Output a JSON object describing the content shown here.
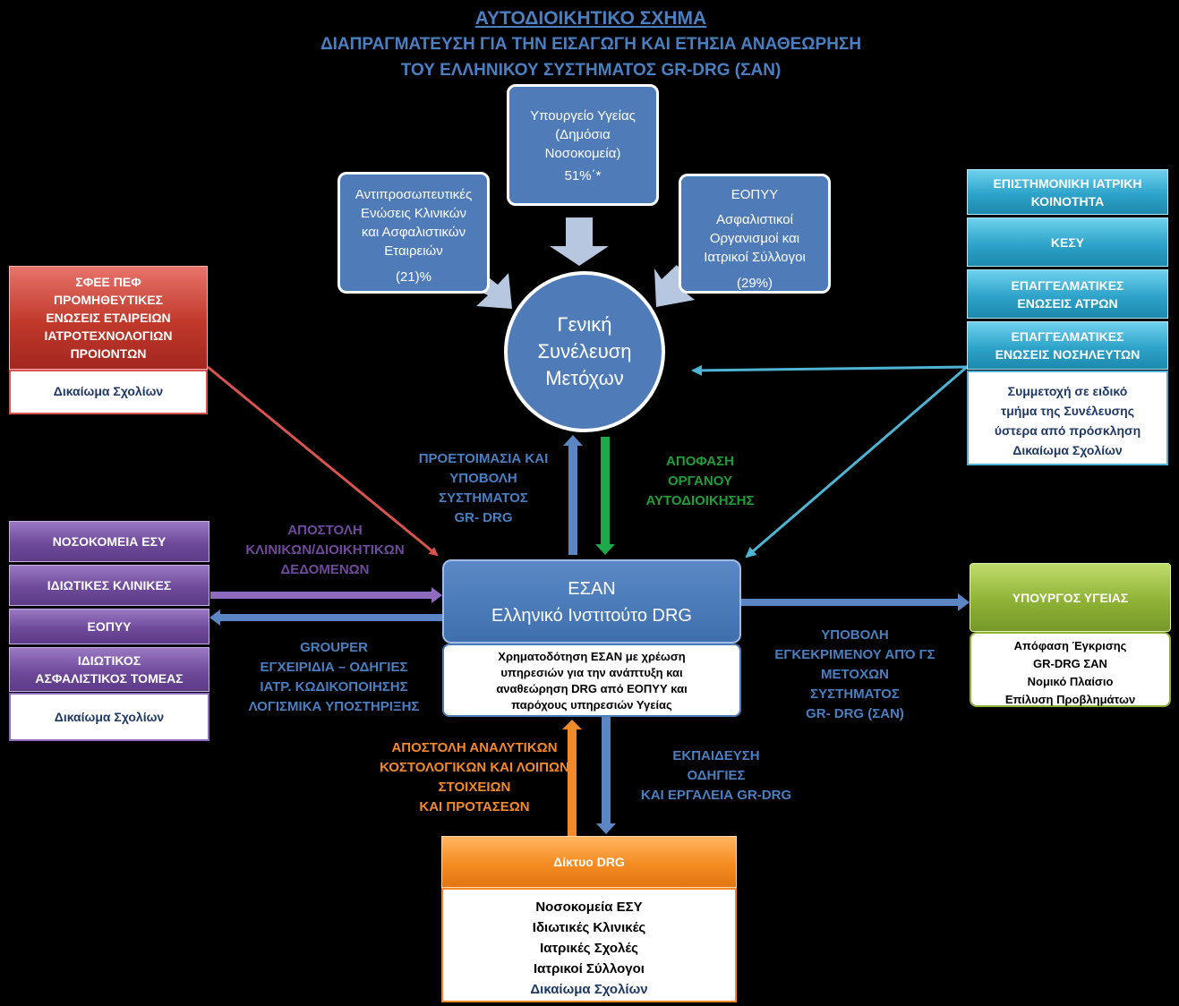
{
  "title": {
    "line1": "ΑΥΤΟΔΙΟΙΚΗΤΙΚΟ ΣΧΗΜΑ",
    "line2": "ΔΙΑΠΡΑΓΜΑΤΕΥΣΗ ΓΙΑ ΤΗΝ ΕΙΣΑΓΩΓΗ ΚΑΙ ΕΤΗΣΙΑ ΑΝΑΘΕΩΡΗΣΗ",
    "line3": "ΤΟΥ ΕΛΛΗΝΙΚΟΥ ΣΥΣΤΗΜΑΤΟΣ  GR-DRG (ΣΑΝ)"
  },
  "shareholders": {
    "ministry": {
      "l1": "Υπουργείο Υγείας",
      "l2": "(Δημόσια",
      "l3": "Νοσοκομεία)",
      "pct": "51%΄*"
    },
    "unions": {
      "l1": "Αντιπροσωπευτικές",
      "l2": "Ενώσεις Κλινικών",
      "l3": "και Ασφαλιστικών",
      "l4": "Εταιρειών",
      "pct": "(21)%"
    },
    "eopyy": {
      "l1": "ΕΟΠΥΥ",
      "l2": "Ασφαλιστικοί",
      "l3": "Οργανισμοί και",
      "l4": "Ιατρικοί Σύλλογοι",
      "pct": "(29%)"
    }
  },
  "assembly": {
    "l1": "Γενική",
    "l2": "Συνέλευση",
    "l3": "Μετόχων"
  },
  "sfee": {
    "l1": "ΣΦΕΕ ΠΕΦ",
    "l2": "ΠΡΟΜΗΘΕΥΤΙΚΕΣ",
    "l3": "ΕΝΩΣΕΙΣ ΕΤΑΙΡΕΙΩΝ",
    "l4": "ΙΑΤΡΟΤΕΧΝΟΛΟΓΙΩΝ",
    "l5": "ΠΡΟΙΟΝΤΩΝ",
    "right": "Δικαίωμα Σχολίων"
  },
  "right_group": {
    "b1l1": "ΕΠΙΣΤΗΜΟΝΙΚΗ ΙΑΤΡΙΚΗ",
    "b1l2": "ΚΟΙΝΟΤΗΤΑ",
    "b2": "ΚΕΣΥ",
    "b3l1": "ΕΠΑΓΓΕΛΜΑΤΙΚΕΣ",
    "b3l2": "ΕΝΩΣΕΙΣ ΑΤΡΩΝ",
    "b4l1": "ΕΠΑΓΓΕΛΜΑΤΙΚΕΣ",
    "b4l2": "ΕΝΩΣΕΙΣ  ΝΟΣΗΛΕΥΤΩΝ",
    "note_l1": "Συμμετοχή σε ειδικό",
    "note_l2": "τμήμα της Συνέλευσης",
    "note_l3": "ύστερα από πρόσκληση",
    "note_l4": "Δικαίωμα Σχολίων"
  },
  "left_group": {
    "b1": "ΝΟΣΟΚΟΜΕΙΑ ΕΣΥ",
    "b2": "ΙΔΙΩΤΙΚΕΣ ΚΛΙΝΙΚΕΣ",
    "b3": "ΕΟΠΥΥ",
    "b4l1": "ΙΔΙΩΤΙΚΟΣ",
    "b4l2": "ΑΣΦΑΛΙΣΤΙΚΟΣ ΤΟΜΕΑΣ",
    "right": "Δικαίωμα Σχολίων"
  },
  "esan": {
    "l1": "ΕΣΑΝ",
    "l2": "Ελληνικό Ινστιτούτο DRG",
    "note_l1": "Χρηματοδότηση ΕΣΑΝ με χρέωση",
    "note_l2": "υπηρεσιών για την ανάπτυξη και",
    "note_l3": "αναθεώρηση  DRG από ΕΟΠΥΥ και",
    "note_l4": "παρόχους υπηρεσιών Υγείας"
  },
  "minister": {
    "title": "ΥΠΟΥΡΓΟΣ ΥΓΕΙΑΣ",
    "l1": "Απόφαση Έγκρισης",
    "l2": "GR-DRG ΣΑΝ",
    "l3": "Νομικό Πλαίσιο",
    "l4": "Επίλυση Προβλημάτων"
  },
  "network": {
    "title": "Δίκτυο DRG",
    "l1": "Νοσοκομεία ΕΣΥ",
    "l2": "Ιδιωτικές Κλινικές",
    "l3": "Ιατρικές Σχολές",
    "l4": "Ιατρικοί  Σύλλογοι",
    "right": "Δικαίωμα Σχολίων"
  },
  "labels": {
    "prep": {
      "l1": "ΠΡΟΕΤΟΙΜΑΣΙΑ ΚΑΙ",
      "l2": "ΥΠΟΒΟΛΗ",
      "l3": "ΣΥΣΤΗΜΑΤΟΣ",
      "l4": "GR- DRG"
    },
    "decision": {
      "l1": "ΑΠΟΦΑΣΗ",
      "l2": "ΟΡΓΑΝΟΥ",
      "l3": "ΑΥΤΟΔΙΟΙΚΗΣΗΣ"
    },
    "send_clinical": {
      "l1": "ΑΠΟΣΤΟΛΗ",
      "l2": "ΚΛΙΝΙΚΩΝ/ΔΙΟΙΚΗΤΙΚΩΝ",
      "l3": "ΔΕΔΟΜΕΝΩΝ"
    },
    "grouper": {
      "l1": "GROUPER",
      "l2": "ΕΓΧΕΙΡΙΔΙΑ – ΟΔΗΓΙΕΣ",
      "l3": "ΙΑΤΡ. ΚΩΔΙΚΟΠΟΙΗΣΗΣ",
      "l4": "ΛΟΓΙΣΜΙΚΑ ΥΠΟΣΤΗΡΙΞΗΣ"
    },
    "submit_approved": {
      "l1": "ΥΠΟΒΟΛΗ",
      "l2": "ΕΓΚΕΚΡΙΜΕΝΟΥ ΑΠΌ ΓΣ",
      "l3": "ΜΕΤΟΧΩΝ",
      "l4": "ΣΥΣΤΗΜΑΤΟΣ",
      "l5": "GR- DRG (ΣΑΝ)"
    },
    "send_cost": {
      "l1": "ΑΠΟΣΤΟΛΗ ΑΝΑΛΥΤΙΚΩΝ",
      "l2": "ΚΟΣΤΟΛΟΓΙΚΩΝ ΚΑΙ ΛΟΙΠΩΝ",
      "l3": "ΣΤΟΙΧΕΙΩΝ",
      "l4": "ΚΑΙ ΠΡΟΤΑΣΕΩΝ"
    },
    "training": {
      "l1": "ΕΚΠΑΙΔΕΥΣΗ",
      "l2": "ΟΔΗΓΙΕΣ",
      "l3": "ΚΑΙ ΕΡΓΑΛΕΙΑ GR-DRG"
    }
  },
  "colors": {
    "title": "#4a7fc1",
    "box_blue": "#4f7cb8",
    "red": "#c0392b",
    "purple": "#6f4a9b",
    "teal": "#2ea3c9",
    "green": "#8fb236",
    "orange": "#f58b22",
    "decision_green": "#1f9e3a"
  }
}
